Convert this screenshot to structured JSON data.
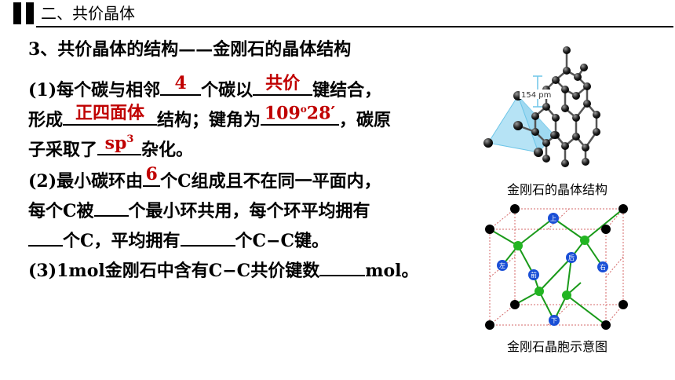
{
  "header": {
    "title": "二、共价晶体"
  },
  "heading": "3、共价晶体的结构——金刚石的晶体结构",
  "q1": {
    "p1": "(1)每个碳与相邻",
    "a1": "4",
    "p2": "个碳以",
    "a2": "共价",
    "p3": "键结合，",
    "p4": "形成",
    "a3": "正四面体",
    "p5": "结构；键角为",
    "a4_main": "109",
    "a4_sup": "o",
    "a4_rest": "28′",
    "p6": "，碳原",
    "p7": "子采取了",
    "a5_main": "sp",
    "a5_sup": "3",
    "p8": "杂化。"
  },
  "q2": {
    "p1": "(2)最小碳环由",
    "a1": "6",
    "p2": "个C组成且不在同一平面内，",
    "p3": "每个C被",
    "p4": "个最小环共用，每个环平均拥有",
    "p5": "个C，平均拥有",
    "p6": "个C−C键。"
  },
  "q3": {
    "p1": "(3)1mol金刚石中含有C−C共价键数",
    "p2": "mol。"
  },
  "figure1": {
    "label": "154 pm",
    "caption": "金刚石的晶体结构"
  },
  "figure2": {
    "caption": "金刚石晶胞示意图",
    "labels": {
      "top": "上",
      "back": "后",
      "left": "左",
      "front": "前",
      "right": "右",
      "bottom": "下"
    }
  }
}
